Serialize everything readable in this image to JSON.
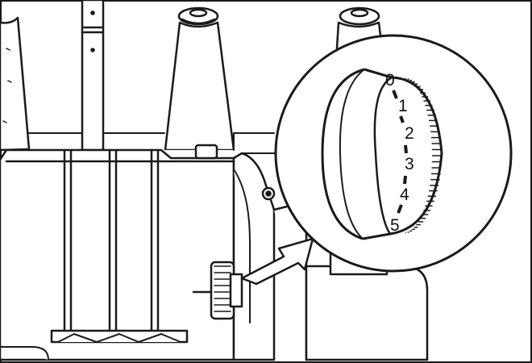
{
  "dial": {
    "scale_numbers": [
      "0",
      "1",
      "2",
      "3",
      "4",
      "5"
    ]
  },
  "colors": {
    "line": "#1a1a1a",
    "background": "#ffffff",
    "callout_arrow": "#1a1a1a"
  }
}
